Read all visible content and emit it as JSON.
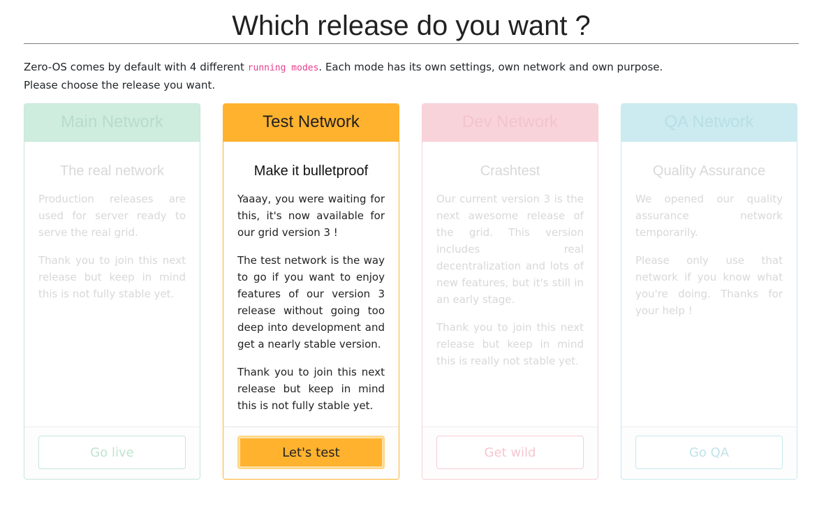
{
  "page": {
    "title": "Which release do you want ?",
    "intro_before": "Zero-OS comes by default with 4 different ",
    "intro_code": "running modes",
    "intro_after": ". Each mode has its own settings, own network and own purpose.",
    "intro_line2": "Please choose the release you want."
  },
  "cards": [
    {
      "header": "Main Network",
      "subtitle": "The real network",
      "paragraphs": [
        "Production releases are used for server ready to serve the real grid.",
        "Thank you to join this next release but keep in mind this is not fully stable yet."
      ],
      "button": "Go live",
      "active": false
    },
    {
      "header": "Test Network",
      "subtitle": "Make it bulletproof",
      "paragraphs": [
        "Yaaay, you were waiting for this, it's now available for our grid version 3 !",
        "The test network is the way to go if you want to enjoy features of our version 3 release without going too deep into development and get a nearly stable version.",
        "Thank you to join this next release but keep in mind this is not fully stable yet."
      ],
      "button": "Let's test",
      "active": true
    },
    {
      "header": "Dev Network",
      "subtitle": "Crashtest",
      "paragraphs": [
        "Our current version 3 is the next awesome release of the grid. This version includes real decentralization and lots of new features, but it's still in an early stage.",
        "Thank you to join this next release but keep in mind this is really not stable yet."
      ],
      "button": "Get wild",
      "active": false
    },
    {
      "header": "QA Network",
      "subtitle": "Quality Assurance",
      "paragraphs": [
        "We opened our quality assurance network temporarily.",
        "Please only use that network if you know what you're doing. Thanks for your help !"
      ],
      "button": "Go QA",
      "active": false
    }
  ],
  "colors": {
    "accent": "#ffb22e",
    "main": "#cfeddf",
    "dev": "#f8d4da",
    "qa": "#ccebf0",
    "code": "#e83e8c"
  }
}
